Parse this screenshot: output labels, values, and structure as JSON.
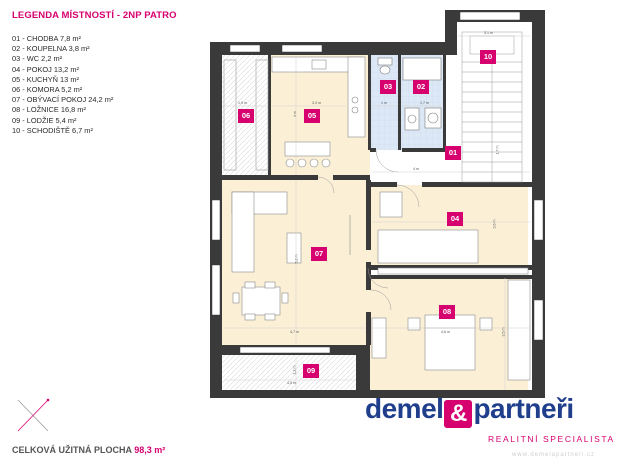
{
  "legend": {
    "title": "LEGENDA MÍSTNOSTÍ - 2NP PATRO",
    "items": [
      "01 - CHODBA 7,8 m²",
      "02 - KOUPELNA 3,8 m²",
      "03 - WC 2,2 m²",
      "04 - POKOJ 13,2 m²",
      "05 - KUCHYŇ 13 m²",
      "06 - KOMORA 5,2 m²",
      "07 - OBÝVACÍ POKOJ 24,2 m²",
      "08 - LOŽNICE 16,8 m²",
      "09 - LODŽIE 5,4 m²",
      "10 - SCHODIŠTĚ 6,7 m²"
    ]
  },
  "room_tags": {
    "r01": "01",
    "r02": "02",
    "r03": "03",
    "r04": "04",
    "r05": "05",
    "r06": "06",
    "r07": "07",
    "r08": "08",
    "r09": "09",
    "r10": "10"
  },
  "dimensions": {
    "d10": "3,1 m",
    "d06": "1,9 m",
    "d05": "3,3 m",
    "d03": "1 m",
    "d02": "1,7 m",
    "d01a": "4 m",
    "d01b": "1,7 m",
    "d05v": "4 m",
    "d07": "5,2 m",
    "d07b": "4,7 m",
    "d04": "3,6 m",
    "d08": "4,6 m",
    "d08v": "3,5 m",
    "d09": "4,5 m",
    "d09v": "1,2 m"
  },
  "total": {
    "label": "CELKOVÁ UŽITNÁ PLOCHA",
    "value": "98,3 m²"
  },
  "brand": {
    "left": "demel",
    "amp": "&",
    "right": "partneři",
    "tagline": "REALITNÍ SPECIALISTA",
    "watermark": "www.demelapartneri.cz"
  },
  "colors": {
    "accent": "#d6006f",
    "brand": "#1f3e8b",
    "wall": "#3a3a3a",
    "floor_wood": "#fbf0d6",
    "floor_tile": "#e6eef8"
  }
}
